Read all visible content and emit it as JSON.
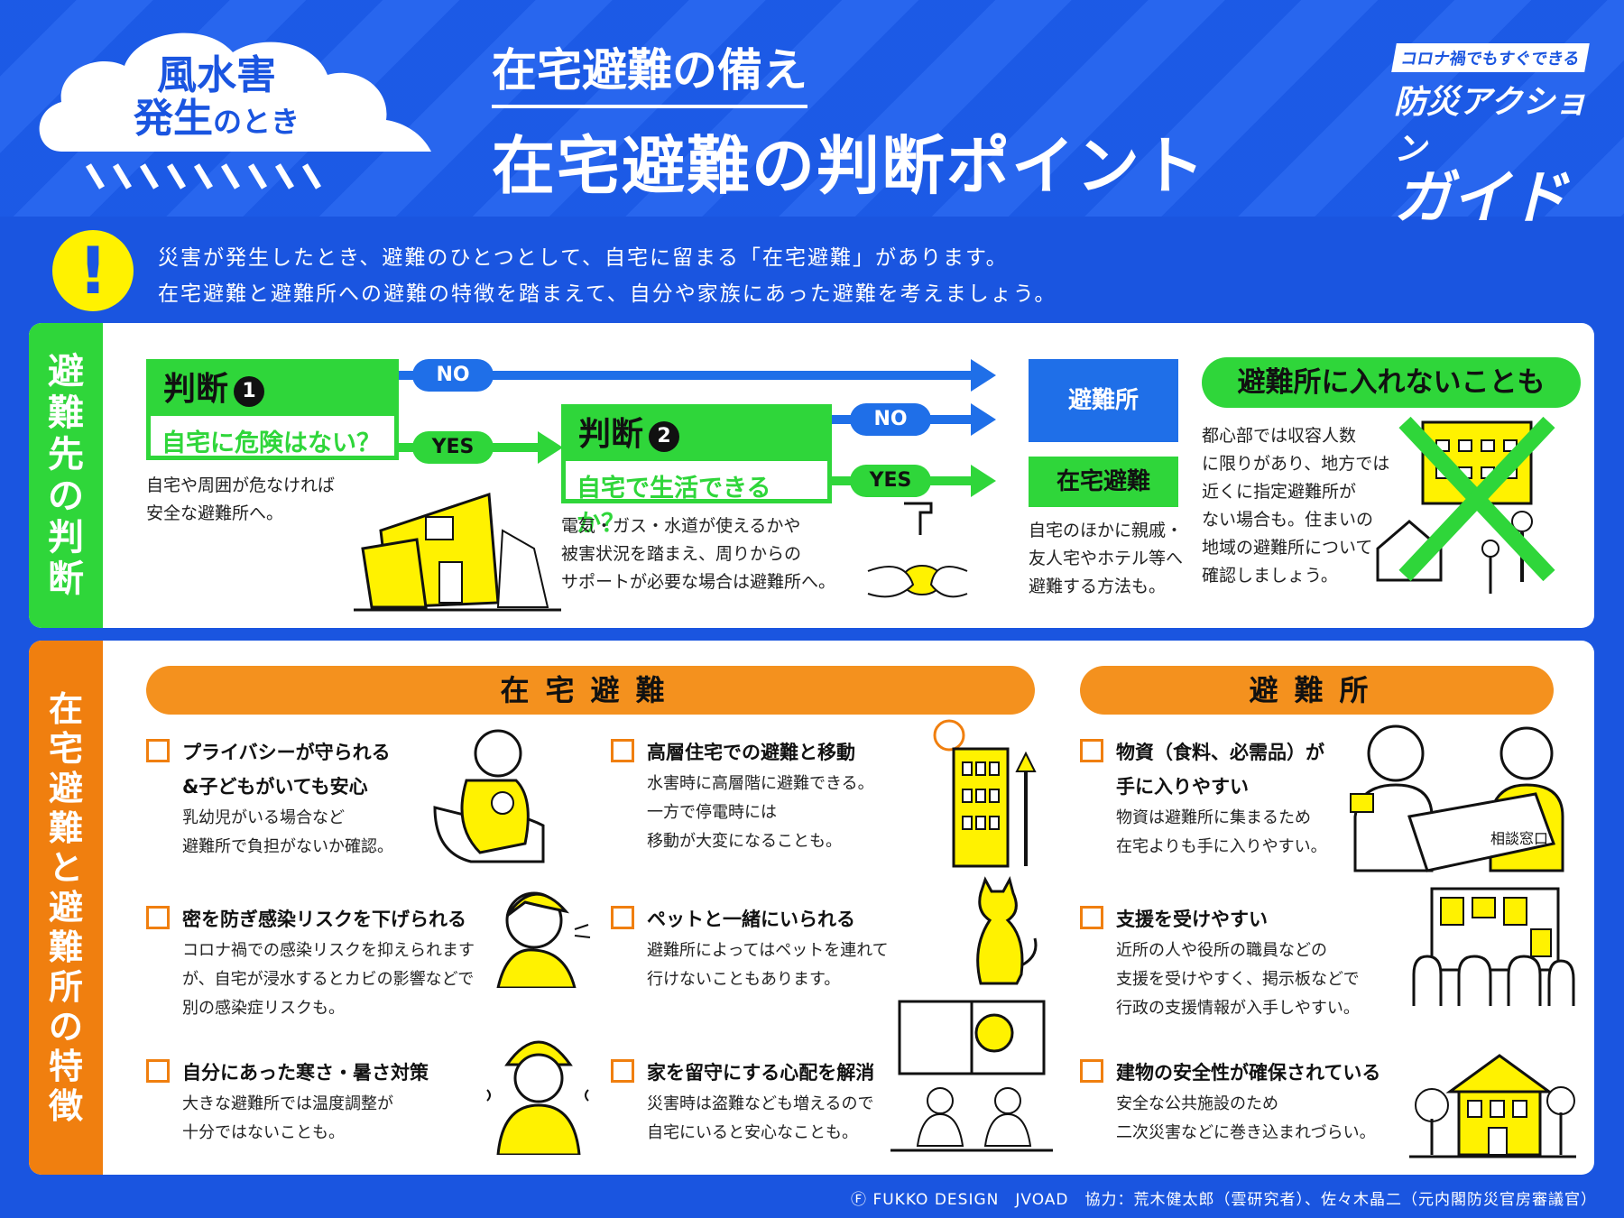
{
  "header": {
    "cloud_line1": "風水害",
    "cloud_line2": "発生",
    "cloud_line2_small": "のとき",
    "subtitle": "在宅避難の備え",
    "title": "在宅避難の判断ポイント",
    "guide_tag": "コロナ禍でもすぐできる",
    "guide_line2": "防災アクション",
    "guide_line3": "ガイド"
  },
  "intro": {
    "line1": "災害が発生したとき、避難のひとつとして、自宅に留まる「在宅避難」があります。",
    "line2": "在宅避難と避難所への避難の特徴を踏まえて、自分や家族にあった避難を考えましょう。"
  },
  "decision": {
    "side_label": [
      "避",
      "難",
      "先",
      "の",
      "判",
      "断"
    ],
    "q1_head": "判断",
    "q1_num": "1",
    "q1_text": "自宅に危険はない？",
    "q1_desc1": "自宅や周囲が危なければ",
    "q1_desc2": "安全な避難所へ。",
    "q2_head": "判断",
    "q2_num": "2",
    "q2_text": "自宅で生活できるか？",
    "q2_desc1": "電気・ガス・水道が使えるかや",
    "q2_desc2": "被害状況を踏まえ、周りからの",
    "q2_desc3": "サポートが必要な場合は避難所へ。",
    "no_label": "NO",
    "yes_label": "YES",
    "dest_shelter": "避難所",
    "dest_home": "在宅避難",
    "home_desc1": "自宅のほかに親戚・",
    "home_desc2": "友人宅やホテル等へ",
    "home_desc3": "避難する方法も。",
    "side_head": "避難所に入れないことも",
    "side_desc": [
      "都心部では収容人数",
      "に限りがあり、地方では",
      "近くに指定避難所が",
      "ない場合も。住まいの",
      "地域の避難所について",
      "確認しましょう。"
    ]
  },
  "features": {
    "side_label": [
      "在",
      "宅",
      "避",
      "難",
      "と",
      "避",
      "難",
      "所",
      "の",
      "特",
      "徴"
    ],
    "home_header": "在宅避難",
    "shelter_header": "避難所",
    "items": [
      {
        "title": "プライバシーが守られる",
        "title2": "&子どもがいても安心",
        "desc": [
          "乳幼児がいる場合など",
          "避難所で負担がないか確認。"
        ]
      },
      {
        "title": "密を防ぎ感染リスクを下げられる",
        "title2": "",
        "desc": [
          "コロナ禍での感染リスクを抑えられます",
          "が、自宅が浸水するとカビの影響などで",
          "別の感染症リスクも。"
        ]
      },
      {
        "title": "自分にあった寒さ・暑さ対策",
        "title2": "",
        "desc": [
          "大きな避難所では温度調整が",
          "十分ではないことも。"
        ]
      },
      {
        "title": "高層住宅での避難と移動",
        "title2": "",
        "desc": [
          "水害時に高層階に避難できる。",
          "一方で停電時には",
          "移動が大変になることも。"
        ]
      },
      {
        "title": "ペットと一緒にいられる",
        "title2": "",
        "desc": [
          "避難所によってはペットを連れて",
          "行けないこともあります。"
        ]
      },
      {
        "title": "家を留守にする心配を解消",
        "title2": "",
        "desc": [
          "災害時は盗難なども増えるので",
          "自宅にいると安心なことも。"
        ]
      },
      {
        "title": "物資（食料、必需品）が",
        "title2": "手に入りやすい",
        "desc": [
          "物資は避難所に集まるため",
          "在宅よりも手に入りやすい。"
        ]
      },
      {
        "title": "支援を受けやすい",
        "title2": "",
        "desc": [
          "近所の人や役所の職員などの",
          "支援を受けやすく、掲示板などで",
          "行政の支援情報が入手しやすい。"
        ]
      },
      {
        "title": "建物の安全性が確保されている",
        "title2": "",
        "desc": [
          "安全な公共施設のため",
          "二次災害などに巻き込まれづらい。"
        ]
      }
    ],
    "desk_sign": "相談窓口"
  },
  "credit": "Ⓕ FUKKO DESIGN　JVOAD　協力：荒木健太郎（雲研究者）、佐々木晶二（元内閣防災官房審議官）",
  "colors": {
    "blue": "#1a55e0",
    "green": "#2fd63a",
    "orange": "#f07f0f",
    "yellow": "#fff200"
  }
}
